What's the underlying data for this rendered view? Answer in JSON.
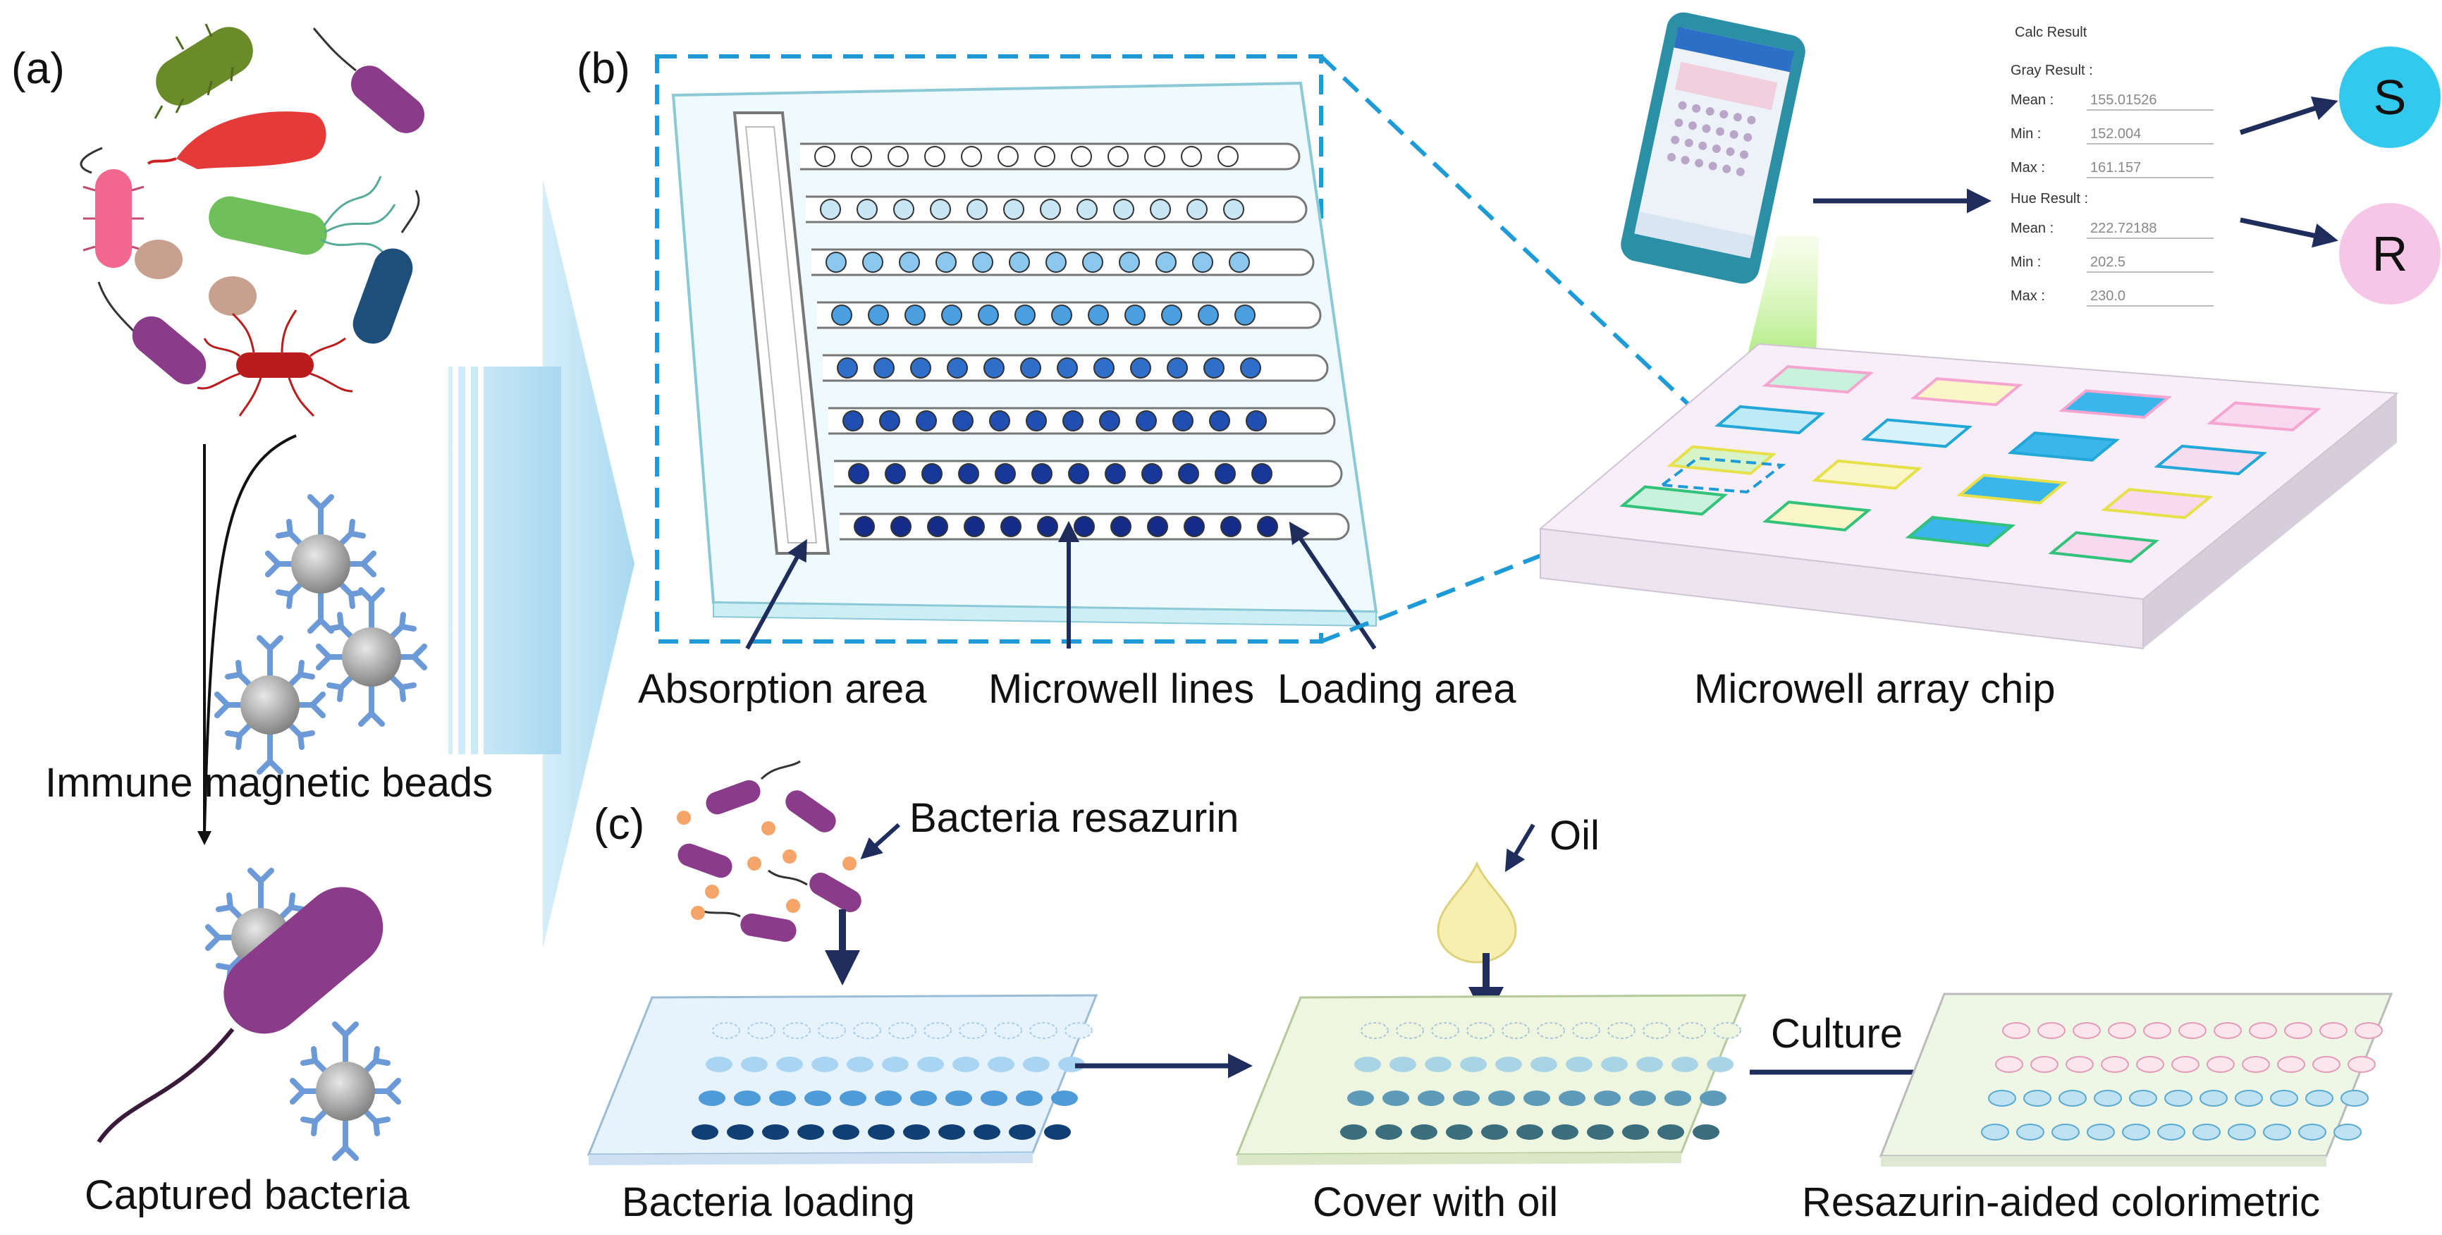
{
  "panels": {
    "a": "(a)",
    "b": "(b)",
    "c": "(c)"
  },
  "labels": {
    "immune_beads": "Immune magnetic beads",
    "captured": "Captured bacteria",
    "absorption": "Absorption  area",
    "microwell_lines": "Microwell lines",
    "loading_area": "Loading area",
    "chip": "Microwell array chip",
    "bacteria_resazurin": "Bacteria resazurin",
    "oil": "Oil",
    "culture": "Culture",
    "bacteria_loading": "Bacteria loading",
    "cover_oil": "Cover with oil",
    "resazurin_colorimetric": "Resazurin-aided colorimetric"
  },
  "calc": {
    "title": "Calc Result",
    "gray_title": "Gray Result :",
    "hue_title": "Hue Result :",
    "gray": [
      {
        "key": "Mean :",
        "value": "155.01526"
      },
      {
        "key": "Min :",
        "value": "152.004"
      },
      {
        "key": "Max :",
        "value": "161.157"
      }
    ],
    "hue": [
      {
        "key": "Mean :",
        "value": "222.72188"
      },
      {
        "key": "Min :",
        "value": "202.5"
      },
      {
        "key": "Max :",
        "value": "230.0"
      }
    ]
  },
  "results": {
    "s": "S",
    "r": "R"
  },
  "colors": {
    "navy": "#1f2d5c",
    "dash_blue": "#1e9bd7",
    "s_circle": "#33c8ee",
    "r_circle": "#f5c6e6"
  }
}
